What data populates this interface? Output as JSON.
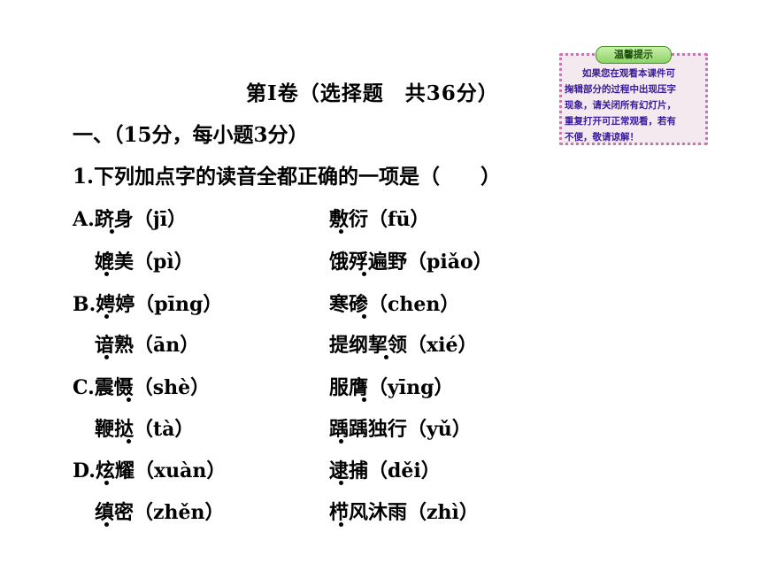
{
  "notice": {
    "title": "温馨提示",
    "line1": "如果您在观看本课件可",
    "line2": "掬辑部分的过程中出现压字",
    "line3": "现象，请关闭所有幻灯片，",
    "line4": "重复打开可正常观看，若有",
    "line5": "不便，敬请谅解！"
  },
  "title": "第Ⅰ卷（选择题　共36分）",
  "section": "一、（15分，每小题3分）",
  "question": "1.下列加点字的读音全都正确的一项是（　　）",
  "options": [
    {
      "left1": "A.跻身（jī）",
      "right1": "敷衍（fū）",
      "left2": "媲美（pì）",
      "right2": "饿殍遍野（piǎo）"
    },
    {
      "left1": "B.娉婷（pīng）",
      "right1": "寒碜（chen）",
      "left2": "谙熟（ān）",
      "right2": "提纲挈领（xié）"
    },
    {
      "left1": "C.震慑（shè）",
      "right1": "服膺（yīng）",
      "left2": "鞭挞（tà）",
      "right2": "踽踽独行（yǔ）"
    },
    {
      "left1": "D.炫耀（xuàn）",
      "right1": "逮捕（děi）",
      "left2": "缜密（zhěn）",
      "right2": "栉风沐雨（zhì）"
    }
  ]
}
